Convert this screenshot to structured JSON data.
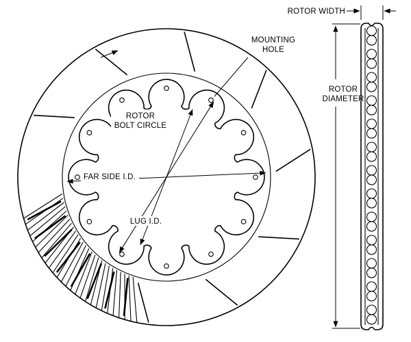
{
  "diagram": {
    "type": "brake-rotor-technical-drawing",
    "colors": {
      "line": "#000000",
      "background": "#ffffff"
    },
    "labels": {
      "mounting_hole_l1": "MOUNTING",
      "mounting_hole_l2": "HOLE",
      "bolt_circle_l1": "ROTOR",
      "bolt_circle_l2": "BOLT CIRCLE",
      "far_side_id": "FAR SIDE I.D.",
      "lug_id": "LUG I.D.",
      "rotor_width": "ROTOR WIDTH",
      "rotor_diameter_l1": "ROTOR",
      "rotor_diameter_l2": "DIAMETER"
    }
  }
}
